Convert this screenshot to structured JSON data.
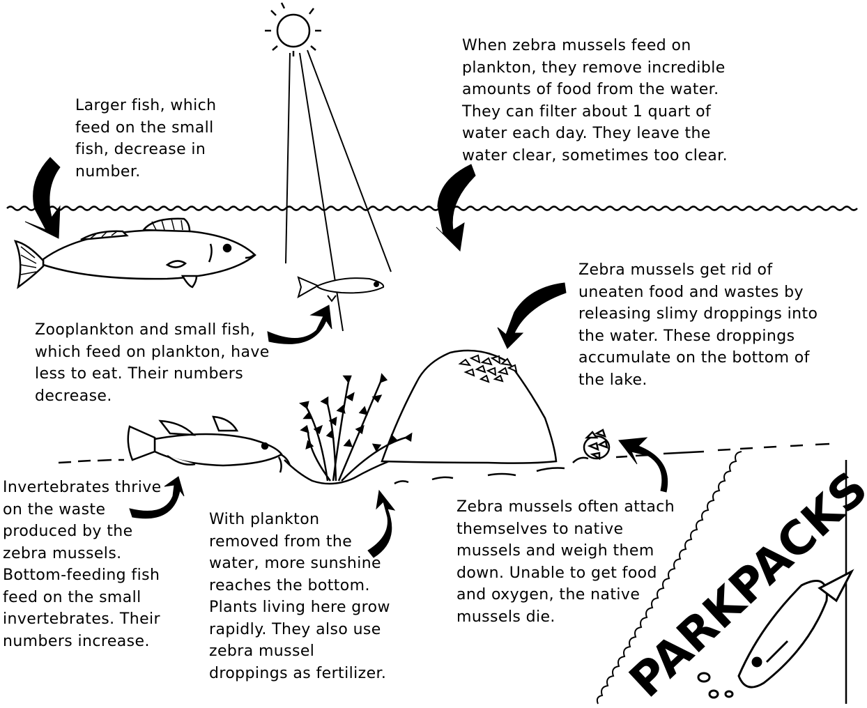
{
  "captions": {
    "larger_fish": "Larger fish, which feed on the small fish, decrease in number.",
    "zebra_feed": "When zebra mussels feed on plankton, they remove incredible amounts of food from the water. They can filter about 1 quart of water each day. They leave the water clear, sometimes too clear.",
    "zebra_waste": "Zebra mussels get rid of uneaten food and wastes by releasing slimy droppings into the water. These droppings accumulate on the bottom of the lake.",
    "zooplankton": "Zooplankton and small fish, which feed on plankton, have less to eat. Their numbers decrease.",
    "invertebrates": "Invertebrates thrive on the waste produced by the zebra mussels. Bottom-feeding fish feed on the small invertebrates. Their numbers increase.",
    "plankton_removed": "With plankton removed from the water, more sunshine reaches the bottom. Plants living here grow rapidly. They also use zebra mussel droppings as fertilizer.",
    "native_mussels": "Zebra mussels often attach themselves to native mussels and weigh them down. Unable to get food and oxygen, the native mussels die."
  },
  "logo": {
    "text": "PARKPACKS"
  }
}
